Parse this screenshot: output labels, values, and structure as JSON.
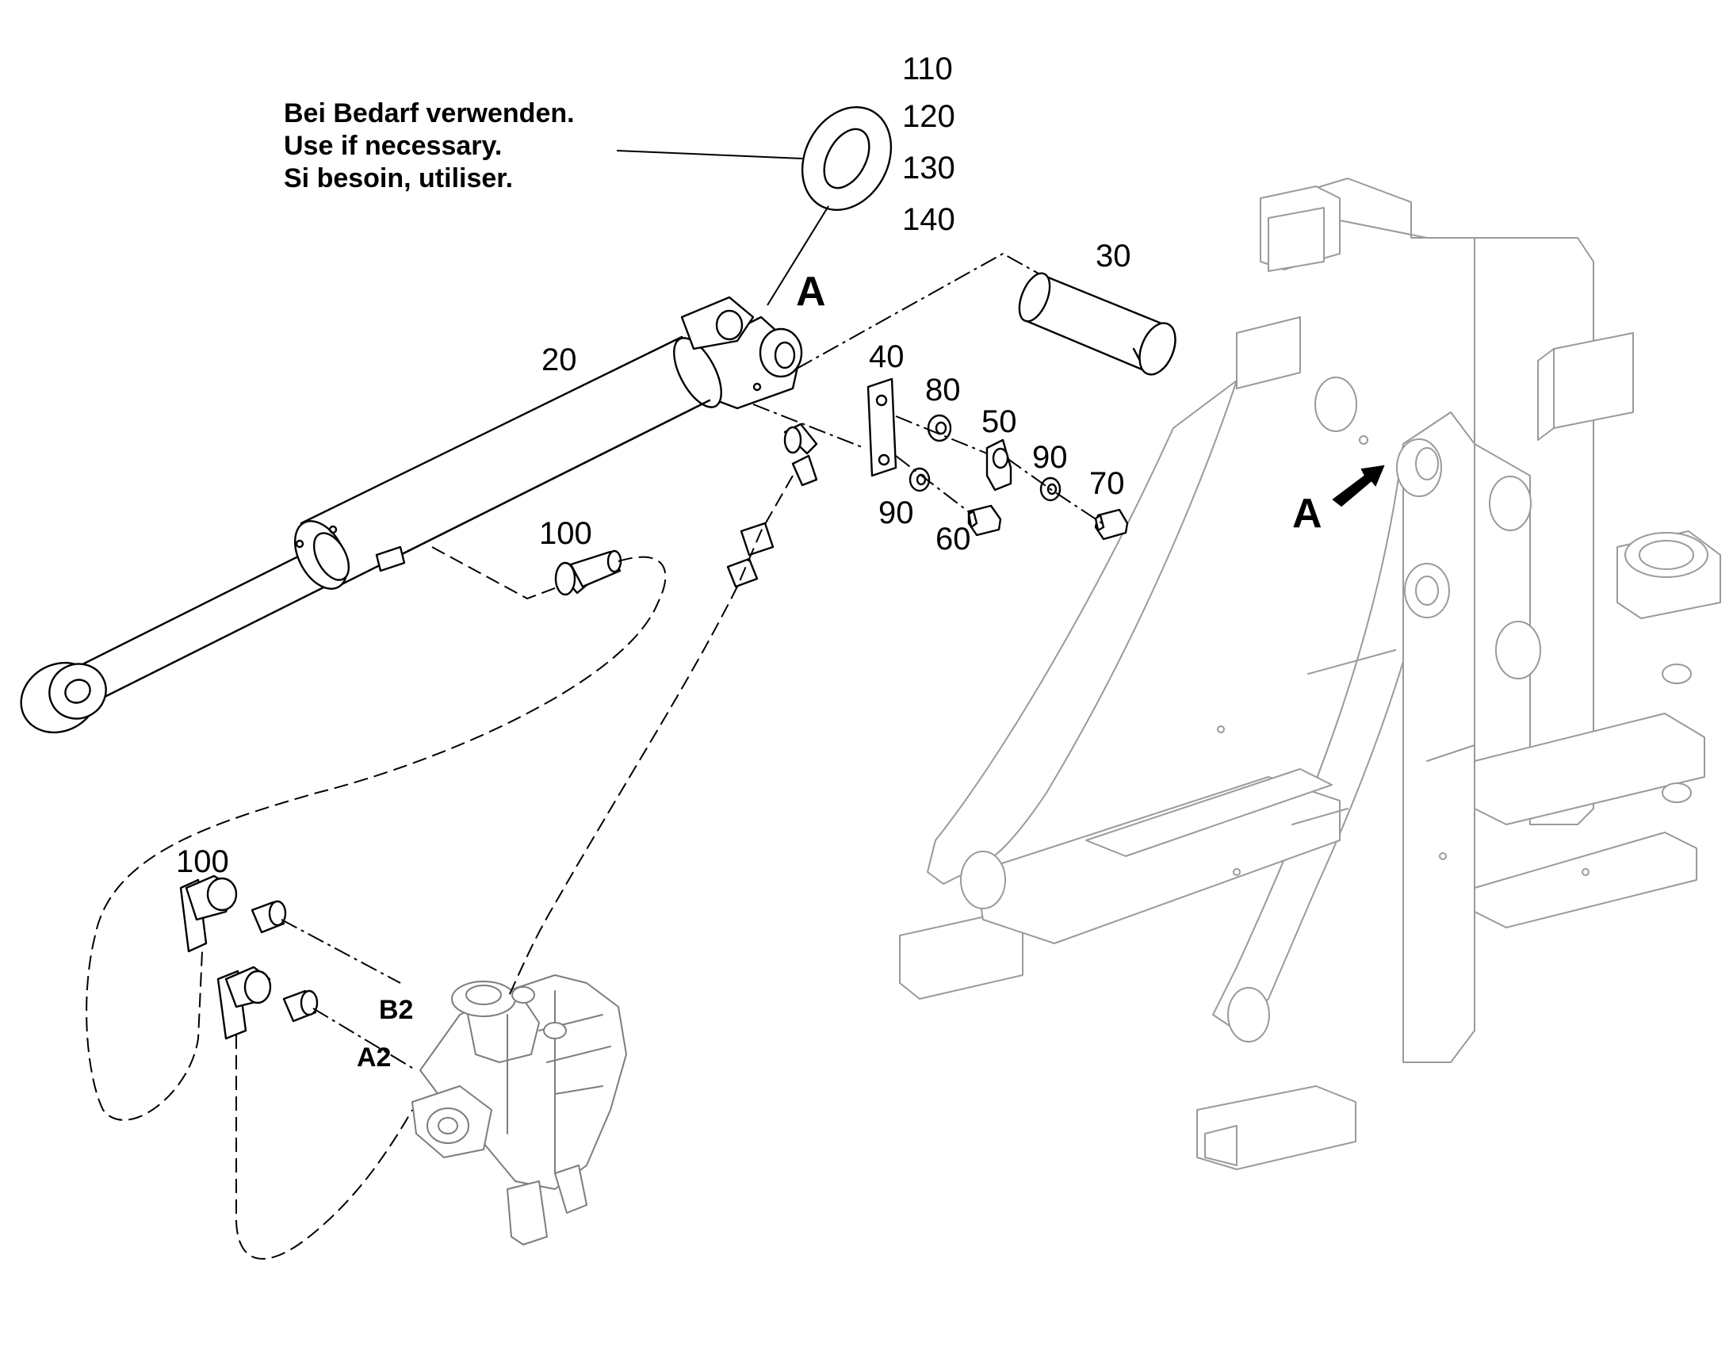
{
  "note": {
    "line1": "Bei Bedarf verwenden.",
    "line2": "Use if necessary.",
    "line3": "Si besoin, utiliser."
  },
  "shim_numbers": [
    "110",
    "120",
    "130",
    "140"
  ],
  "labels": {
    "p20": "20",
    "p30": "30",
    "p40": "40",
    "p50": "50",
    "p60": "60",
    "p70": "70",
    "p80": "80",
    "p90a": "90",
    "p90b": "90",
    "p100a": "100",
    "p100b": "100"
  },
  "view_marks": {
    "detail": "A",
    "frame": "A"
  },
  "ports": {
    "b2": "B2",
    "a2": "A2"
  }
}
